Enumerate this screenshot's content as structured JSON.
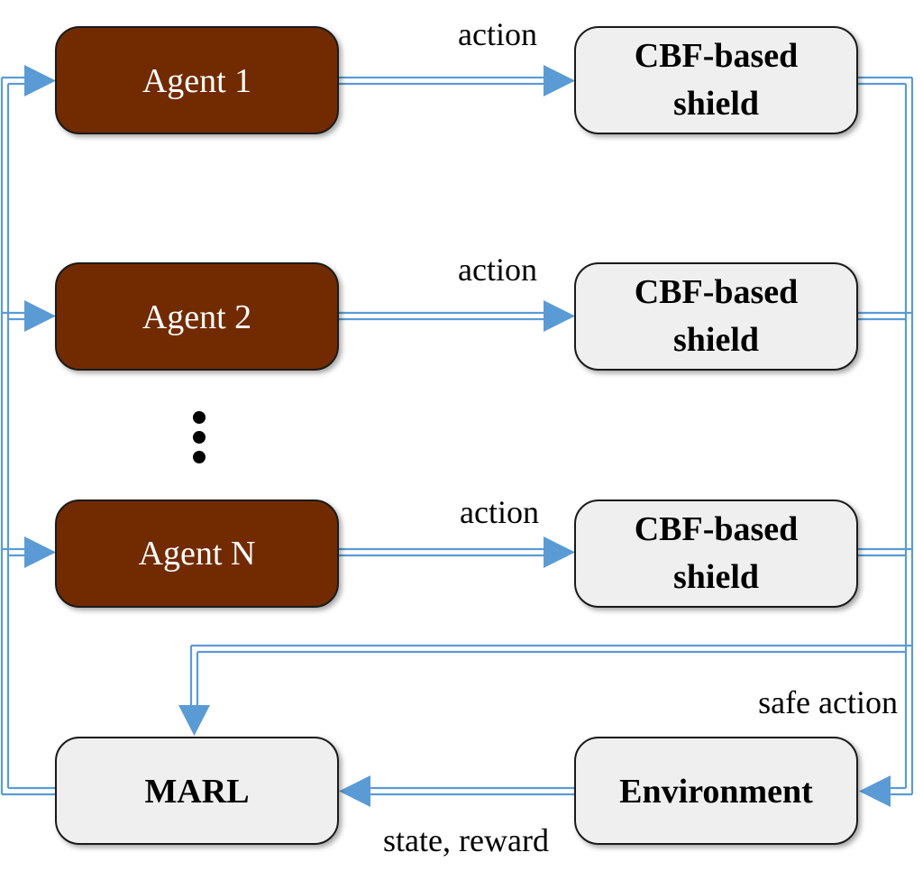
{
  "agents": [
    {
      "label": "Agent 1"
    },
    {
      "label": "Agent 2"
    },
    {
      "label": "Agent N"
    }
  ],
  "shield": {
    "line1": "CBF-based",
    "line2": "shield"
  },
  "edge_labels": {
    "action": "action",
    "safe_action": "safe action",
    "state_reward": "state, reward"
  },
  "marl": {
    "label": "MARL"
  },
  "environment": {
    "label": "Environment"
  },
  "colors": {
    "agent_fill": "#722b00",
    "box_fill": "#efefef",
    "arrow": "#5b9bd5"
  }
}
